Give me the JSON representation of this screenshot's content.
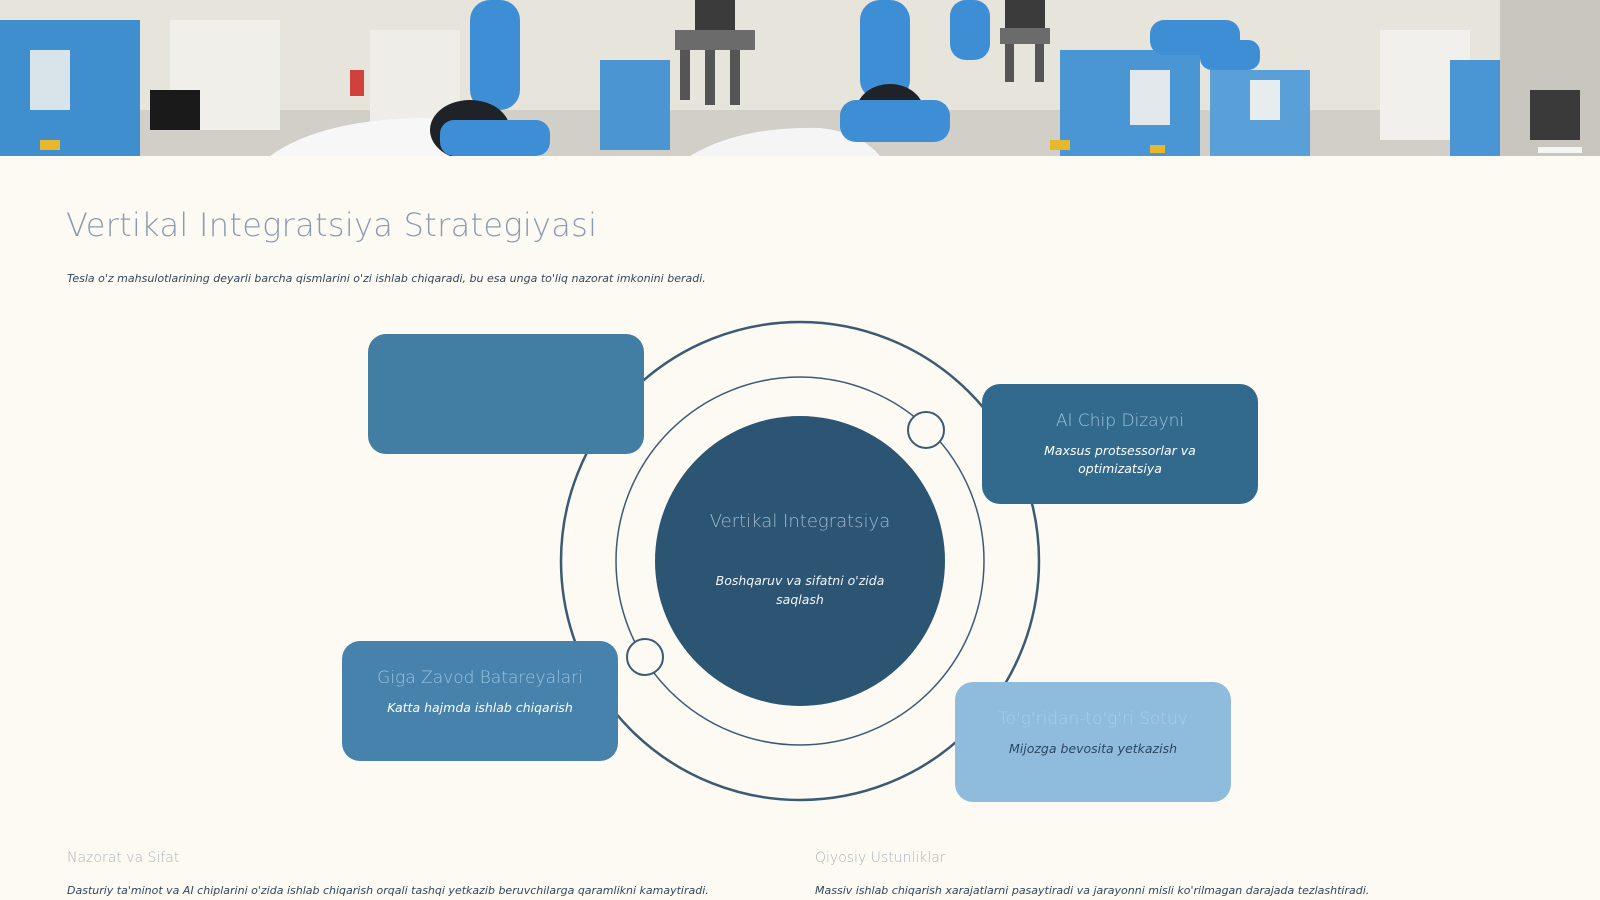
{
  "header": {
    "title": "Vertikal Integratsiya Strategiyasi",
    "subtitle": "Tesla o'z mahsulotlarining deyarli barcha qismlarini o'zi ishlab chiqaradi, bu esa unga to'liq nazorat imkonini beradi."
  },
  "diagram": {
    "center": {
      "title": "Vertikal Integratsiya",
      "description": "Boshqaruv va sifatni o'zida saqlash"
    },
    "cards": {
      "top_left": {
        "title": "",
        "description": ""
      },
      "top_right": {
        "title": "AI Chip Dizayni",
        "description": "Maxsus protsessorlar va optimizatsiya"
      },
      "bottom_left": {
        "title": "Giga Zavod Batareyalari",
        "description": "Katta hajmda ishlab chiqarish"
      },
      "bottom_right": {
        "title": "To'g'ridan-to'g'ri Sotuv",
        "description": "Mijozga bevosita yetkazish"
      }
    }
  },
  "footer": {
    "left": {
      "title": "Nazorat va Sifat",
      "description": "Dasturiy ta'minot va AI chiplarini o'zida ishlab chiqarish orqali tashqi yetkazib beruvchilarga qaramlikni kamaytiradi."
    },
    "right": {
      "title": "Qiyosiy Ustunliklar",
      "description": "Massiv ishlab chiqarish xarajatlarni pasaytiradi va jarayonni misli ko'rilmagan darajada tezlashtiradi."
    }
  },
  "colors": {
    "background": "#fcfaf2",
    "center_disc": "#2c5473",
    "card_top_left": "#427ea4",
    "card_top_right": "#326a8d",
    "card_bottom_left": "#4682ab",
    "card_bottom_right": "#8fbcdd",
    "ring_stroke": "#3b5a73"
  }
}
